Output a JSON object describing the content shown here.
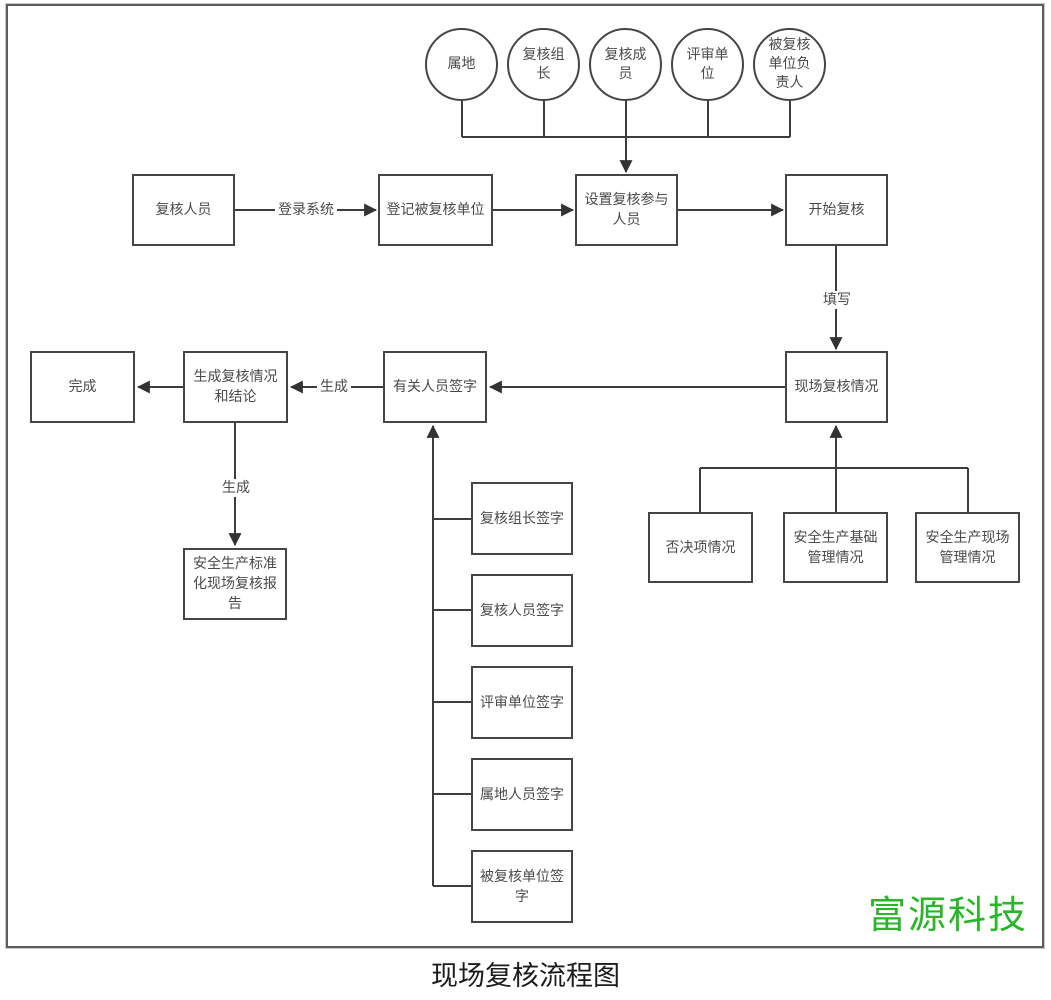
{
  "diagram": {
    "caption": "现场复核流程图",
    "watermark": {
      "text": "富源科技",
      "color": "#2bb52b"
    },
    "colors": {
      "line": "#3d3d3d",
      "box_border": "#454545",
      "text": "#4a4a4a"
    },
    "circles": [
      {
        "label": "属地"
      },
      {
        "label": "复核组长"
      },
      {
        "label": "复核成员"
      },
      {
        "label": "评审单位"
      },
      {
        "label": "被复核单位负责人"
      }
    ],
    "nodes": {
      "reviewer": "复核人员",
      "register": "登记被复核单位",
      "set_participants": "设置复核参与人员",
      "start": "开始复核",
      "site_status": "现场复核情况",
      "sign": "有关人员签字",
      "conclusion": "生成复核情况和结论",
      "done": "完成",
      "report": "安全生产标准化现场复核报告",
      "sig_leader": "复核组长签字",
      "sig_reviewer": "复核人员签字",
      "sig_assess_unit": "评审单位签字",
      "sig_territory": "属地人员签字",
      "sig_reviewed_unit": "被复核单位签字",
      "veto_items": "否决项情况",
      "basic_mgmt": "安全生产基础管理情况",
      "site_mgmt": "安全生产现场管理情况"
    },
    "edge_labels": {
      "login": "登录系统",
      "fill": "填写",
      "generate_conclusion": "生成",
      "generate_report": "生成"
    }
  }
}
